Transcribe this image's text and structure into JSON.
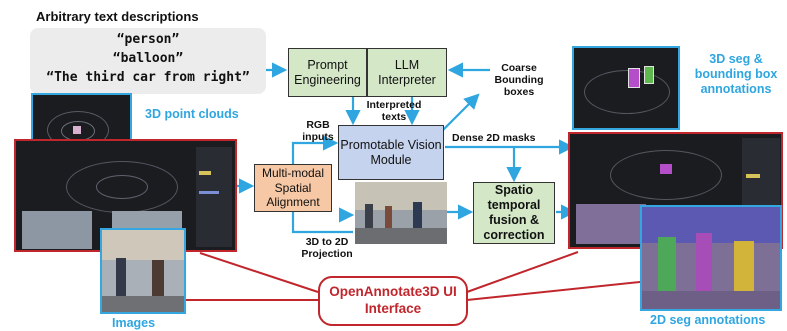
{
  "header": {
    "title": "Arbitrary text descriptions",
    "prompts": [
      "“person”",
      "“balloon”",
      "“The third car from right”"
    ]
  },
  "boxes": {
    "prompt_engineering": "Prompt Engineering",
    "llm_interpreter": "LLM Interpreter",
    "vision_module": "Promotable Vision Module",
    "spatial_alignment": "Multi-modal Spatial Alignment",
    "fusion": "Spatio temporal fusion & correction"
  },
  "edge_labels": {
    "coarse_boxes": "Coarse Bounding boxes",
    "interpreted": "Interpreted texts",
    "rgb_inputs": "RGB inputs",
    "dense_masks": "Dense 2D masks",
    "projection": "3D to 2D Projection"
  },
  "side_labels": {
    "point_clouds": "3D point clouds",
    "images": "Images",
    "seg3d": "3D seg & bounding box annotations",
    "seg2d": "2D seg annotations"
  },
  "ui_title": {
    "line1": "OpenAnnotate3D UI",
    "line2": "Interface"
  },
  "colors": {
    "arrow": "#2fa6e0",
    "frame_red": "#c0262c",
    "green_box": "#d4e8c8",
    "blue_box": "#c5d3ee",
    "orange_box": "#f6c8a6"
  }
}
